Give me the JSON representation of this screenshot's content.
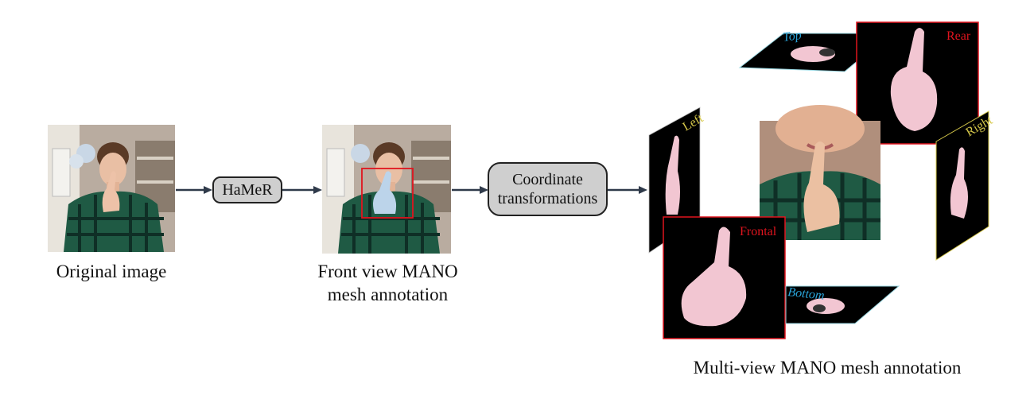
{
  "captions": {
    "original": "Original image",
    "front_line1": "Front view MANO",
    "front_line2": "mesh annotation",
    "multiview": "Multi-view MANO mesh annotation"
  },
  "steps": {
    "hamer": "HaMeR",
    "coord_line1": "Coordinate",
    "coord_line2": "transformations"
  },
  "views": {
    "top": "Top",
    "rear": "Rear",
    "left": "Left",
    "right": "Right",
    "frontal": "Frontal",
    "bottom": "Bottom"
  },
  "colors": {
    "arrow": "#2f3a4a",
    "box_fill": "#cfcfcf",
    "red_label": "#e0141e",
    "cyan_label": "#29a3d8",
    "yellow_label": "#d6c84a",
    "mesh_pink": "#f2c6d2",
    "panel_black": "#000000",
    "shirt_green": "#1f5a44"
  }
}
